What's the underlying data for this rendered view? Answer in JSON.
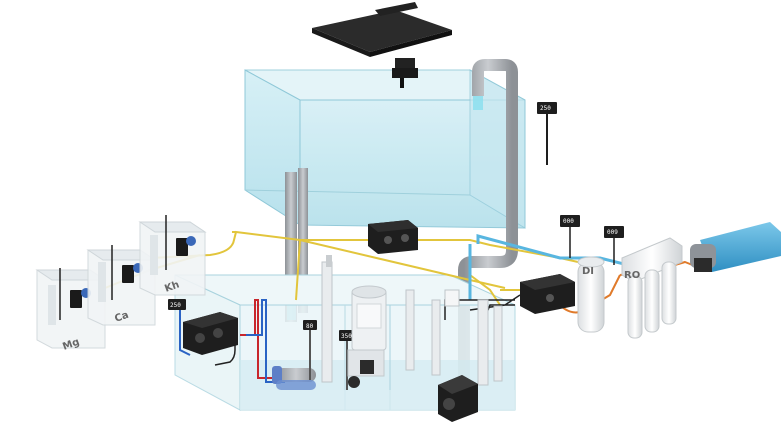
{
  "colors": {
    "background": "#ffffff",
    "water": "#bfe6f0",
    "water_edge": "#8fc8d8",
    "glass": "#e8f4f7",
    "data_cable": "#e2c53c",
    "power_cable": "#222222",
    "hot_line": "#c8262c",
    "cold_line": "#2a63c4",
    "ro_line": "#e07a2a",
    "pipe_grey": "#a9adb2",
    "blue_hose": "#58b6e0",
    "device_black": "#1e1e1e"
  },
  "containers": [
    {
      "label": "Mg"
    },
    {
      "label": "Ca"
    },
    {
      "label": "Kh"
    }
  ],
  "filters": {
    "di_label": "DI",
    "ro_label": "RO"
  },
  "sensor_displays": [
    {
      "id": "display-tank",
      "text": "250"
    },
    {
      "id": "display-di",
      "text": "000"
    },
    {
      "id": "display-ro",
      "text": "009"
    },
    {
      "id": "display-sump-left",
      "text": "250"
    },
    {
      "id": "display-sump-mid",
      "text": "80"
    },
    {
      "id": "display-skimmer",
      "text": "350"
    }
  ],
  "icons": {
    "light": "aquarium-led-light-icon",
    "controller": "controller-unit-icon",
    "pump": "return-pump-icon",
    "skimmer": "protein-skimmer-icon",
    "heater": "heater-icon",
    "dosing": "dosing-pump-icon"
  }
}
